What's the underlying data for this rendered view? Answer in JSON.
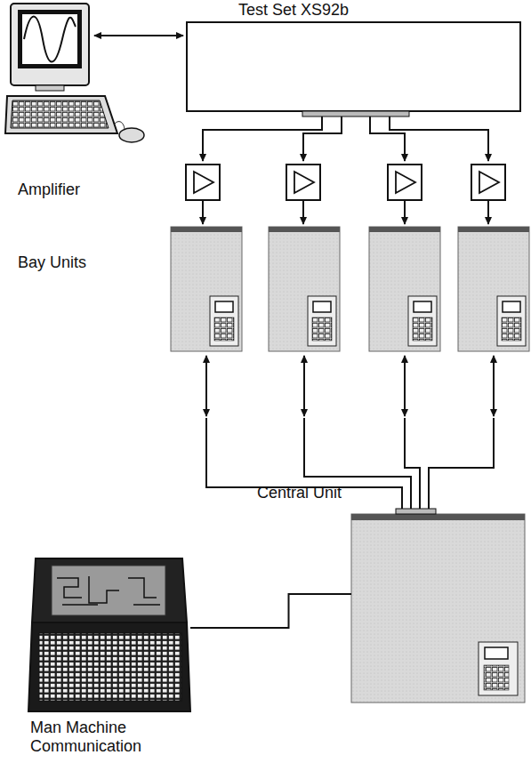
{
  "diagram": {
    "nodes": [
      {
        "text": [
          "Test Set XS92b"
        ]
      },
      {
        "text": [
          "Central Unit"
        ]
      },
      {
        "text": [
          "Man Machine Communication"
        ]
      }
    ],
    "edges": [
      {
        "from": 1,
        "to": 2,
        "arrow": "none"
      }
    ],
    "labels": [
      "Amplifier",
      "Bay Units"
    ]
  }
}
